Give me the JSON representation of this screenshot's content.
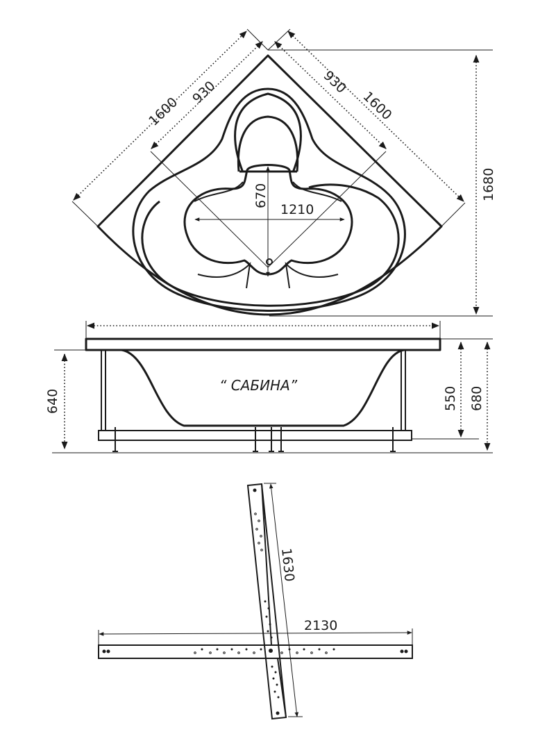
{
  "top_view": {
    "dim_side_outer_left": "1600",
    "dim_side_inner_left": "930",
    "dim_side_inner_right": "930",
    "dim_side_outer_right": "1600",
    "dim_depth_total": "1680",
    "dim_basin_depth": "670",
    "dim_basin_width": "1210"
  },
  "side_view": {
    "model_name": "“ САБИНА”",
    "dim_height_left": "640",
    "dim_height_rim": "550",
    "dim_height_total": "680"
  },
  "frame_view": {
    "dim_diagonal_bar": "1630",
    "dim_horizontal_bar": "2130"
  },
  "colors": {
    "line": "#1a1a1a",
    "background": "#ffffff"
  }
}
